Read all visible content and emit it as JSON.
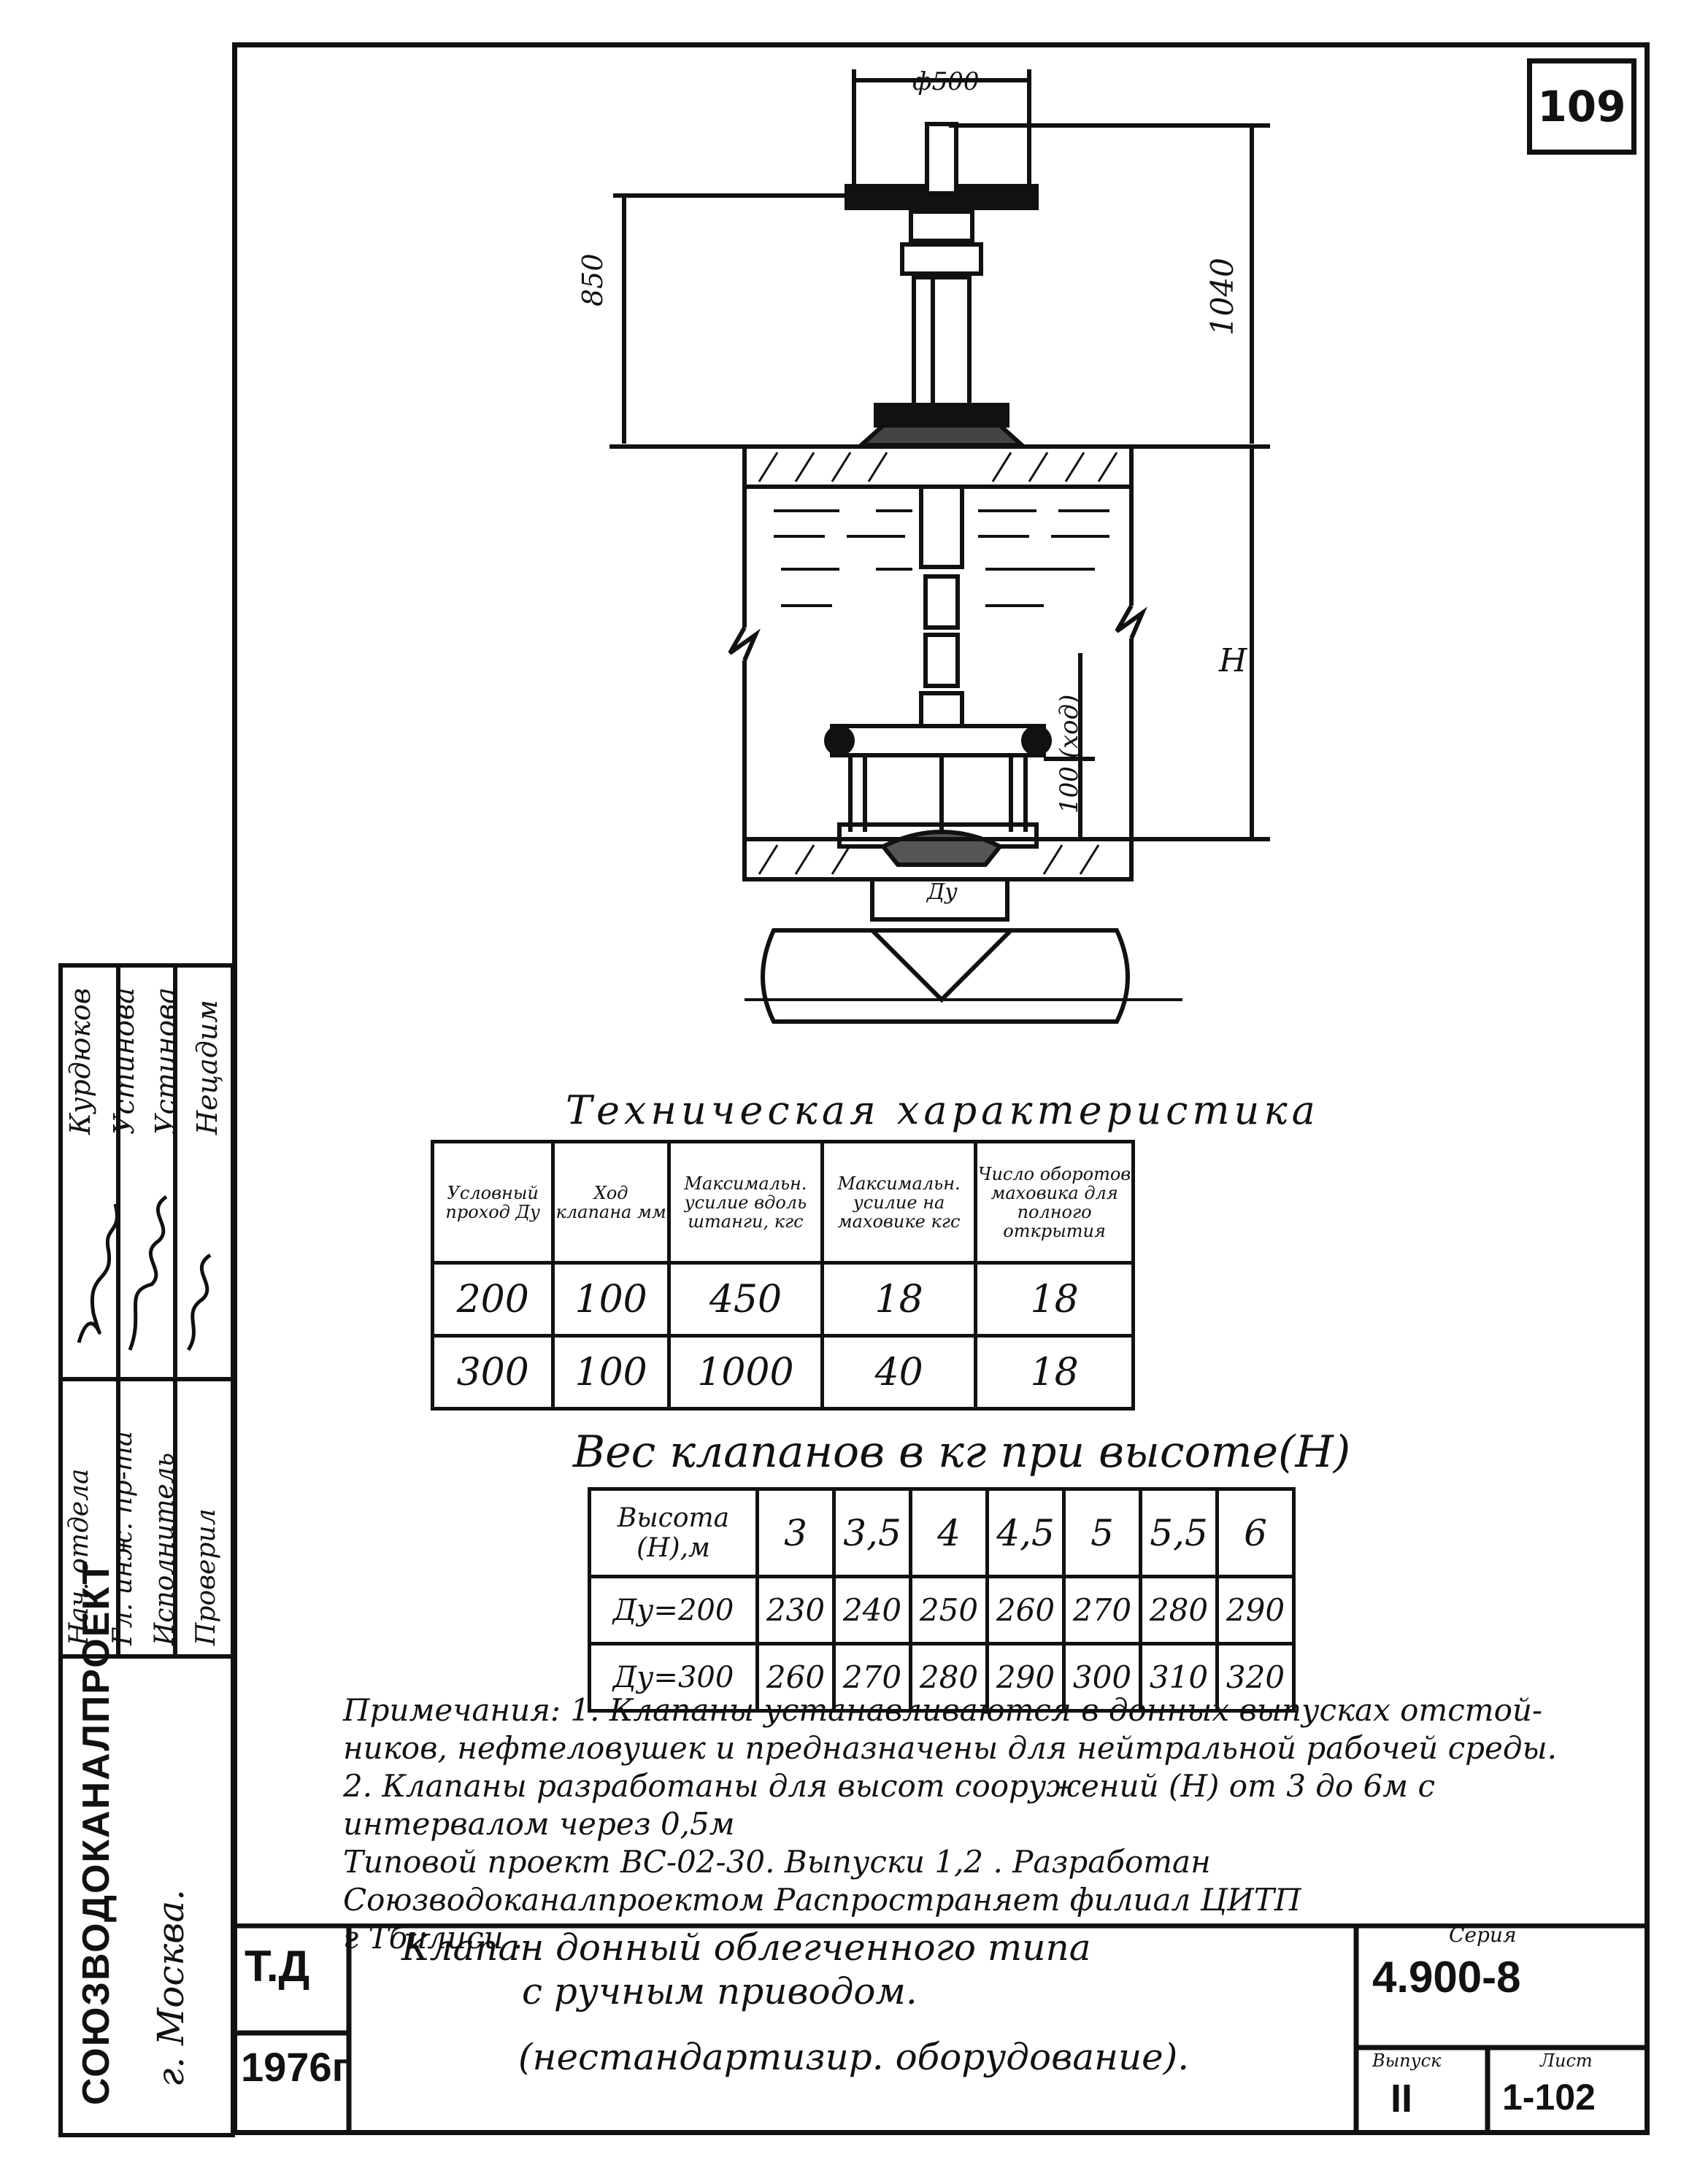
{
  "sheet_number": "109",
  "drawing": {
    "handwheel_diameter": "ф500",
    "dim_850": "850",
    "dim_1040": "1040",
    "dim_h": "H",
    "dim_stroke": "100 (ход)",
    "dim_dy": "Ду"
  },
  "tech": {
    "title": "Техническая характеристика",
    "headers": [
      "Условный проход Ду",
      "Ход клапана мм",
      "Максимальн. усилие вдоль штанги, кгс",
      "Максимальн. усилие на маховике кгс",
      "Число оборотов маховика для полного открытия"
    ],
    "rows": [
      [
        "200",
        "100",
        "450",
        "18",
        "18"
      ],
      [
        "300",
        "100",
        "1000",
        "40",
        "18"
      ]
    ]
  },
  "weights": {
    "title": "Вес клапанов в кг при высоте(H)",
    "header_label": "Высота (H),м",
    "heights": [
      "3",
      "3,5",
      "4",
      "4,5",
      "5",
      "5,5",
      "6"
    ],
    "rows": [
      {
        "label": "Ду=200",
        "values": [
          "230",
          "240",
          "250",
          "260",
          "270",
          "280",
          "290"
        ]
      },
      {
        "label": "Ду=300",
        "values": [
          "260",
          "270",
          "280",
          "290",
          "300",
          "310",
          "320"
        ]
      }
    ]
  },
  "notes": [
    "Примечания: 1. Клапаны устанавливаются в донных выпусках отстой-",
    "ников, нефтеловушек и предназначены для нейтральной рабочей среды.",
    "2. Клапаны разработаны для высот сооружений (H) от 3 до 6м с",
    "интервалом через 0,5м",
    "Типовой проект ВС-02-30. Выпуски 1,2 . Разработан",
    "Союзводоканалпроектом Распространяет филиал ЦИТП",
    "г Тбилиси ."
  ],
  "stamp": {
    "roles": [
      "Нач. отдела",
      "Гл. инж. пр-та",
      "Исполнитель",
      "Проверил"
    ],
    "names": [
      "Курдюков",
      "Устинова",
      "Устинова",
      "Нецадим"
    ],
    "org": "СОЮЗВОДОКАНАЛПРОЕКТ",
    "city": "г. Москва."
  },
  "title_block": {
    "td": "Т.Д",
    "year": "1976г",
    "title_lines": [
      "Клапан донный облегченного типа",
      "с ручным приводом.",
      "(нестандартизир. оборудование)."
    ],
    "series_label": "Серия",
    "series": "4.900-8",
    "issue_label": "Выпуск",
    "issue": "II",
    "sheet_label": "Лист",
    "sheet": "1-102"
  }
}
